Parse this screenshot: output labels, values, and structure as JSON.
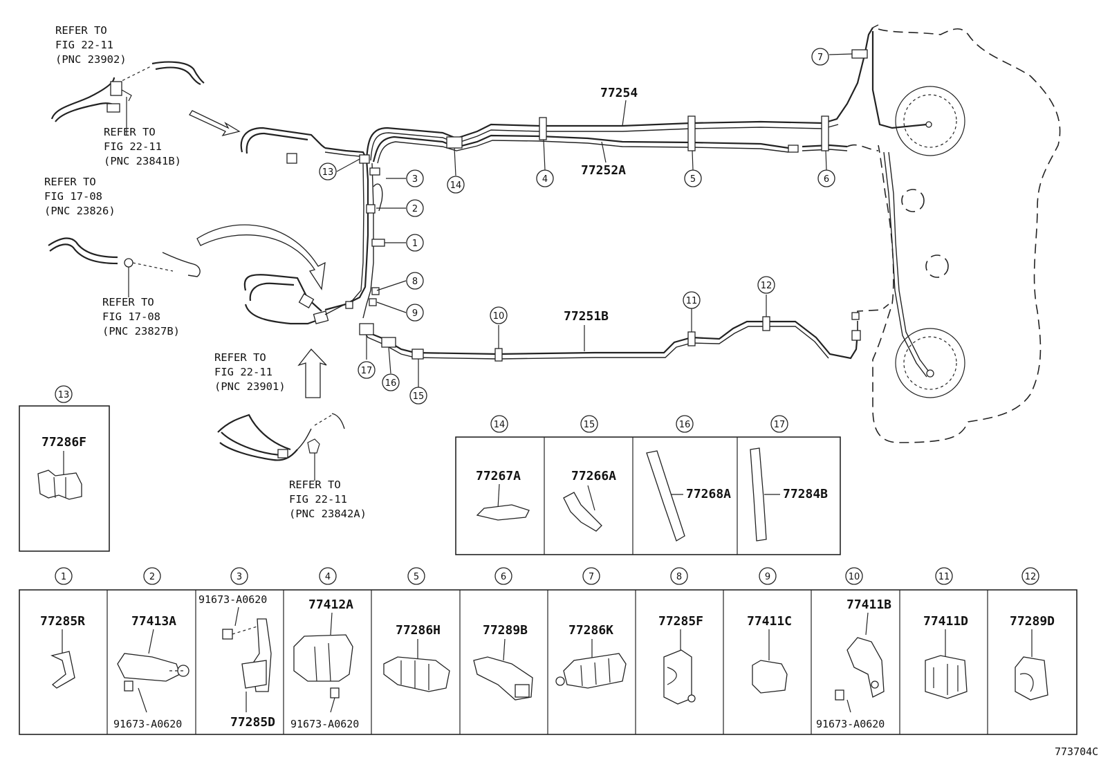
{
  "refs": {
    "r1": [
      "REFER TO",
      "FIG 22-11",
      "(PNC 23902)"
    ],
    "r2": [
      "REFER TO",
      "FIG 22-11",
      "(PNC 23841B)"
    ],
    "r3": [
      "REFER TO",
      "FIG 17-08",
      "(PNC 23826)"
    ],
    "r4": [
      "REFER TO",
      "FIG 17-08",
      "(PNC 23827B)"
    ],
    "r5": [
      "REFER TO",
      "FIG 22-11",
      "(PNC 23901)"
    ],
    "r6": [
      "REFER TO",
      "FIG 22-11",
      "(PNC 23842A)"
    ]
  },
  "tubes": {
    "t1": "77254",
    "t2": "77252A",
    "t3": "77251B"
  },
  "callouts": [
    "1",
    "2",
    "3",
    "4",
    "5",
    "6",
    "7",
    "8",
    "9",
    "10",
    "11",
    "12",
    "13",
    "14",
    "15",
    "16",
    "17"
  ],
  "boxes_top": [
    {
      "num": "14",
      "part": "77267A"
    },
    {
      "num": "15",
      "part": "77266A"
    },
    {
      "num": "16",
      "part": "77268A"
    },
    {
      "num": "17",
      "part": "77284B"
    }
  ],
  "box13": {
    "num": "13",
    "part": "77286F"
  },
  "boxes_bottom": [
    {
      "num": "1",
      "part": "77285R"
    },
    {
      "num": "2",
      "part": "77413A",
      "sub": "91673-A0620"
    },
    {
      "num": "3",
      "part": "77285D",
      "sub": "91673-A0620"
    },
    {
      "num": "4",
      "part": "77412A",
      "sub": "91673-A0620"
    },
    {
      "num": "5",
      "part": "77286H"
    },
    {
      "num": "6",
      "part": "77289B"
    },
    {
      "num": "7",
      "part": "77286K"
    },
    {
      "num": "8",
      "part": "77285F"
    },
    {
      "num": "9",
      "part": "77411C"
    },
    {
      "num": "10",
      "part": "77411B",
      "sub": "91673-A0620"
    },
    {
      "num": "11",
      "part": "77411D"
    },
    {
      "num": "12",
      "part": "77289D"
    }
  ],
  "figure_code": "773704C"
}
